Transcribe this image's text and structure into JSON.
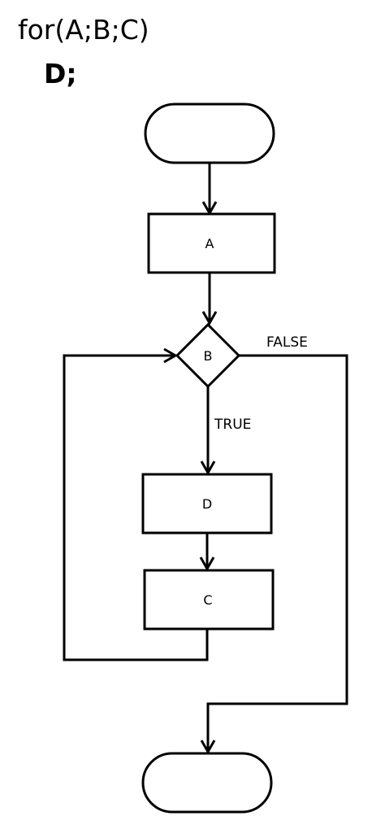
{
  "code": {
    "line1": "for(A;B;C)",
    "line2": "D;"
  },
  "nodes": {
    "init": "A",
    "condition": "B",
    "body": "D",
    "update": "C"
  },
  "edges": {
    "true_label": "TRUE",
    "false_label": "FALSE"
  }
}
